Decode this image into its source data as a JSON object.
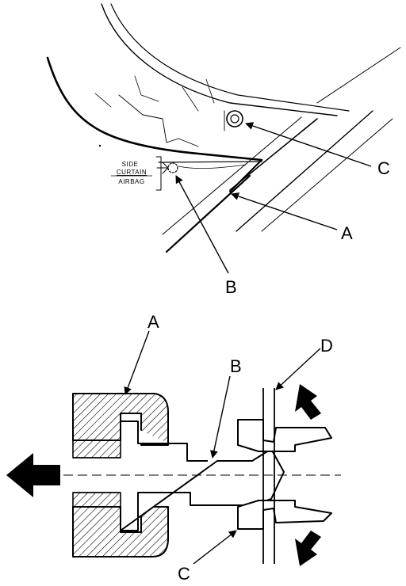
{
  "top_view": {
    "callout_lines": [
      "SIDE",
      "CURTAIN",
      "AIRBAG"
    ],
    "label_a": "A",
    "label_b": "B",
    "label_c": "C"
  },
  "section_view": {
    "label_a": "A",
    "label_b": "B",
    "label_c": "C",
    "label_d": "D"
  }
}
